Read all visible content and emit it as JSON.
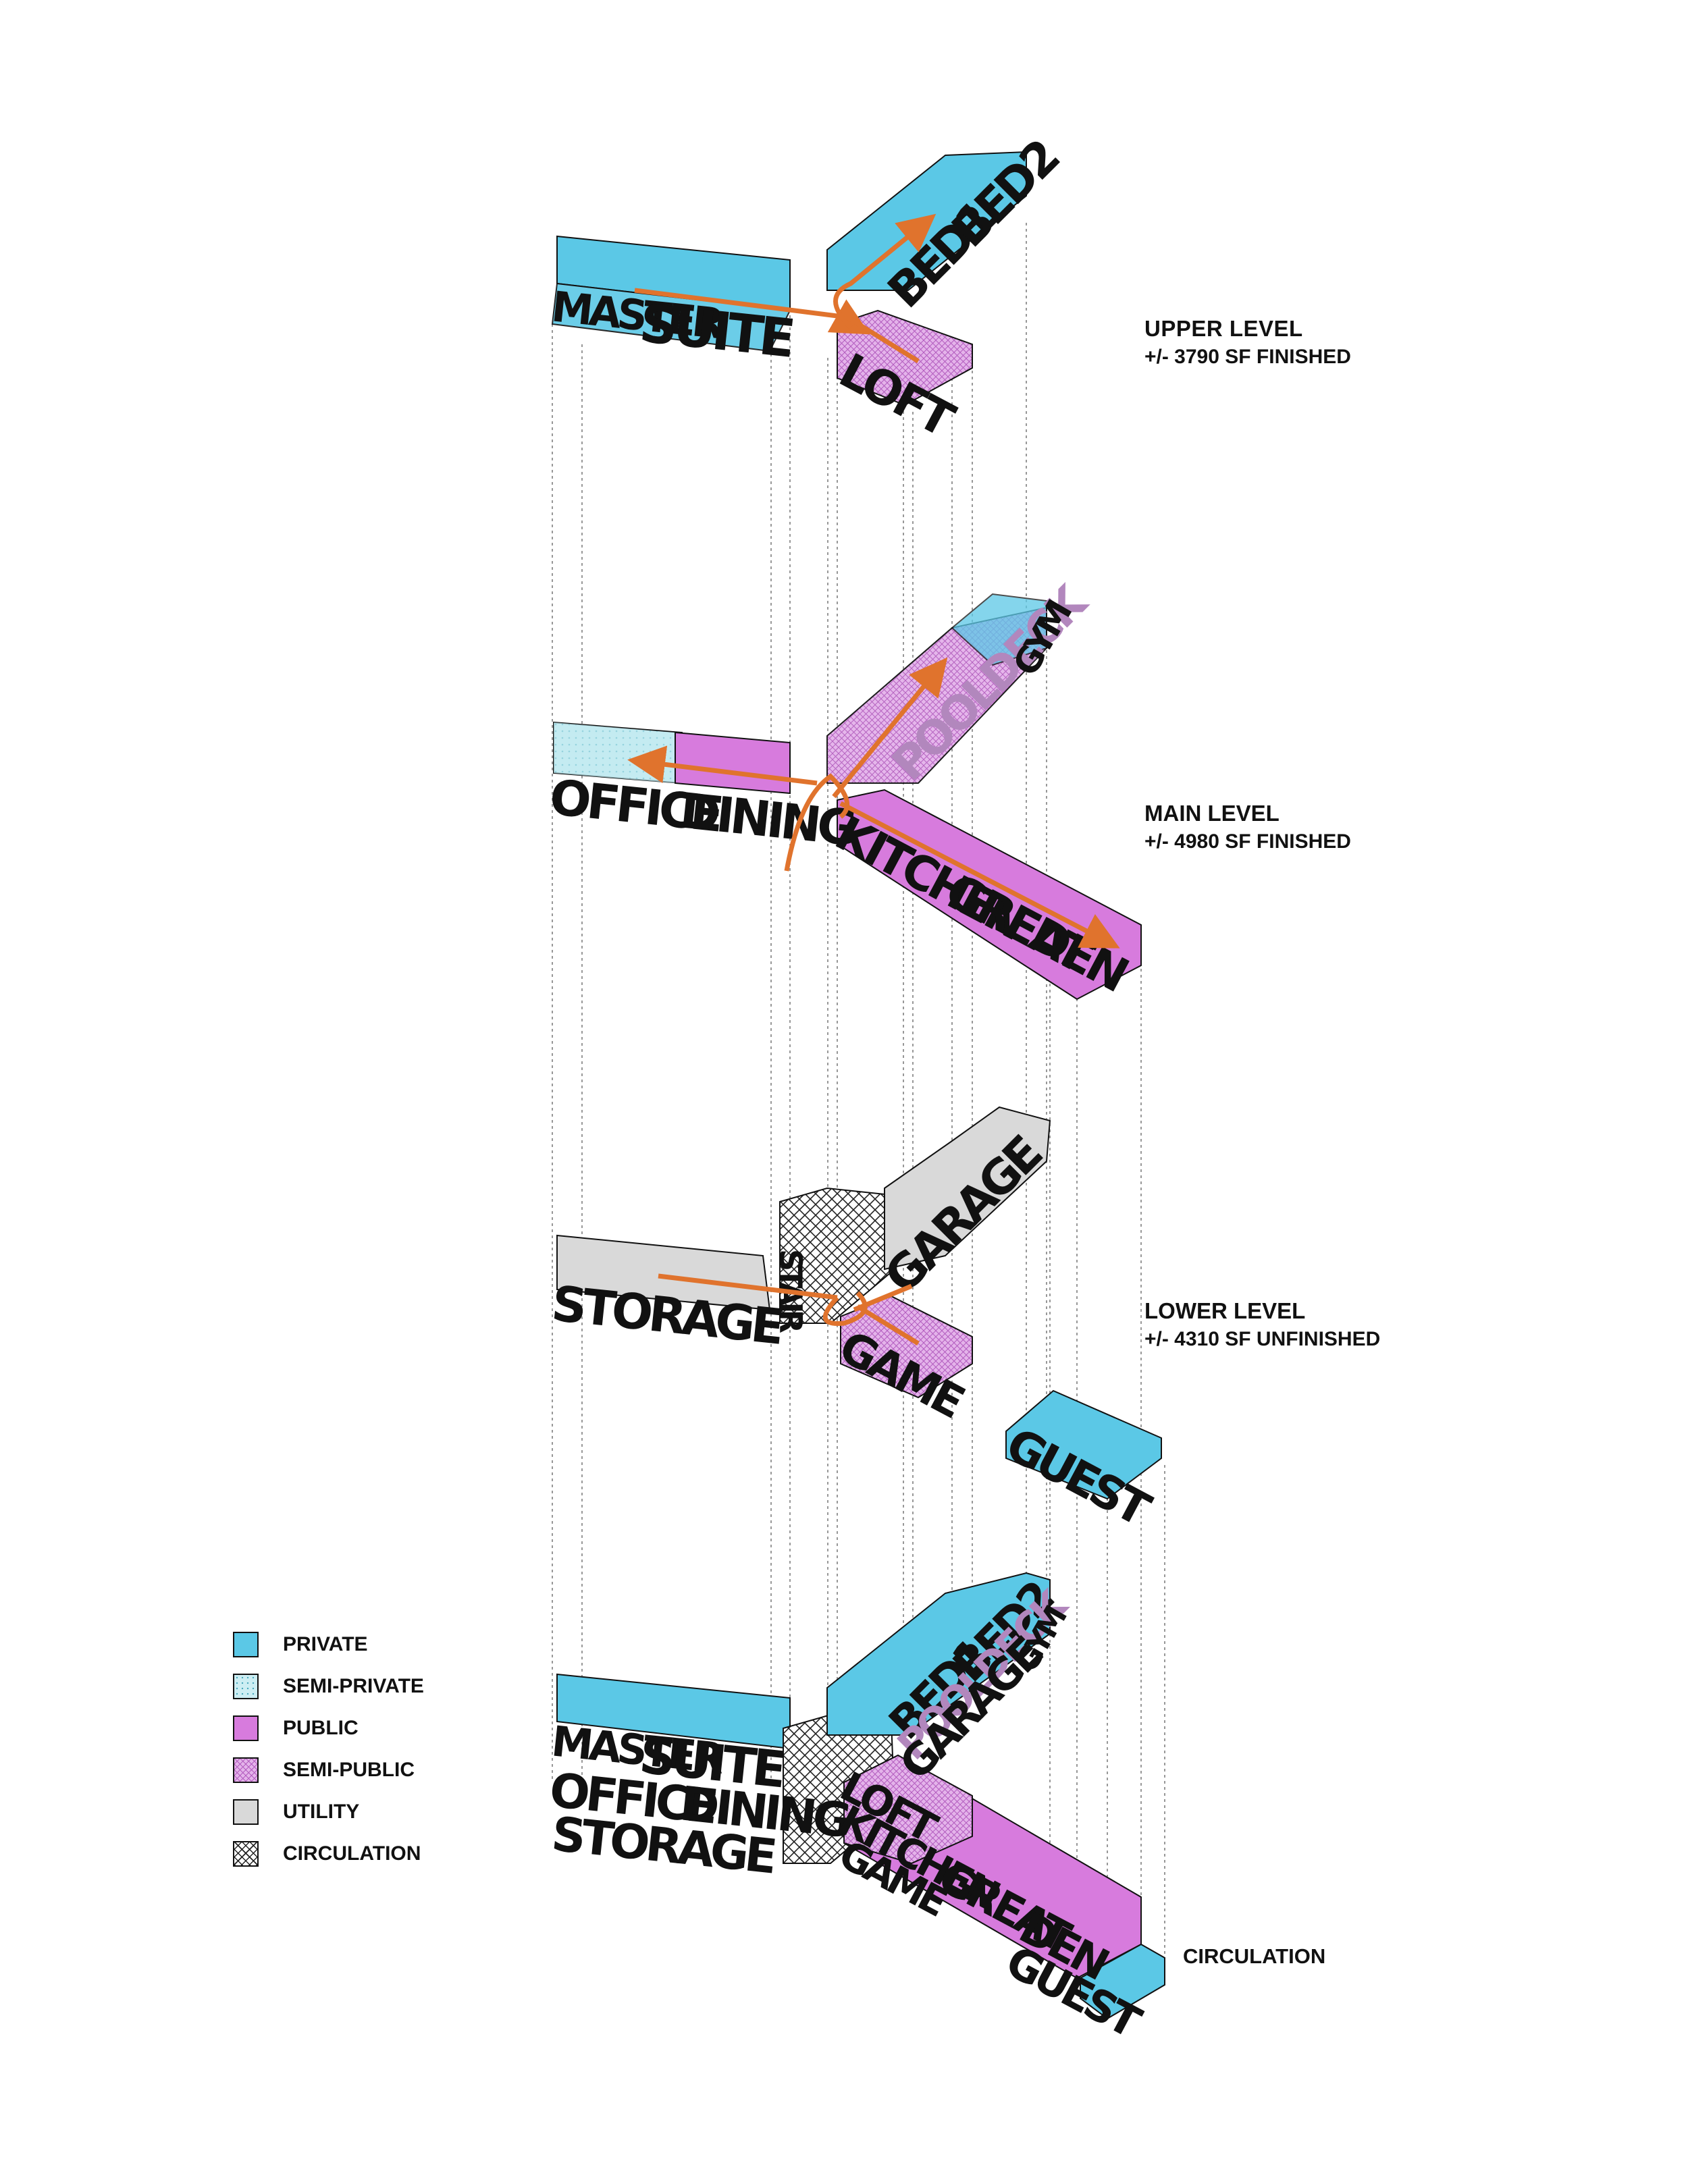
{
  "colors": {
    "private": "#5bc8e6",
    "semi_private": "#bfe9ef",
    "public": "#d77bdd",
    "semi_public": "#dcaae3",
    "utility": "#d9d9d9",
    "circulation": "#ffffff",
    "arrow": "#e0732d",
    "ink": "#111111"
  },
  "levels": [
    {
      "title": "UPPER LEVEL",
      "area": "+/- 3790 SF FINISHED"
    },
    {
      "title": "MAIN LEVEL",
      "area": "+/- 4980 SF FINISHED"
    },
    {
      "title": "LOWER LEVEL",
      "area": "+/- 4310 SF UNFINISHED"
    }
  ],
  "rooms": {
    "master": "MASTER",
    "suite": "SUITE",
    "loft": "LOFT",
    "bed1": "BED1",
    "bed2": "BED2",
    "office": "OFFICE",
    "dining": "DINING",
    "pooldeck": "POOLDECK",
    "gym": "GYM",
    "kitchen": "KITCHEN",
    "great": "GREAT",
    "den": "DEN",
    "storage": "STORAGE",
    "garage": "GARAGE",
    "game": "GAME",
    "guest": "GUEST",
    "stair": "STAIR"
  },
  "legend": [
    {
      "label": "PRIVATE",
      "swatch": "private",
      "icon": "solid-swatch"
    },
    {
      "label": "SEMI-PRIVATE",
      "swatch": "semi_private",
      "icon": "dotted-swatch"
    },
    {
      "label": "PUBLIC",
      "swatch": "public",
      "icon": "solid-swatch"
    },
    {
      "label": "SEMI-PUBLIC",
      "swatch": "semi_public",
      "icon": "hatched-swatch"
    },
    {
      "label": "UTILITY",
      "swatch": "utility",
      "icon": "solid-swatch"
    },
    {
      "label": "CIRCULATION",
      "swatch": "circulation",
      "icon": "crosshatch-swatch"
    }
  ],
  "circulation_label": "CIRCULATION"
}
